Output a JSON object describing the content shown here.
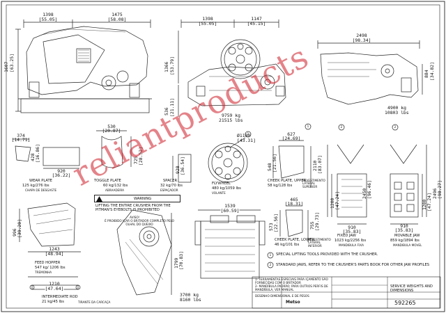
{
  "colors": {
    "line": "#222222",
    "watermark": "#c8102e"
  },
  "top": {
    "crusher_side": {
      "d1": "1398",
      "d1i": "[55.05]",
      "d2": "1475",
      "d2i": "[58.08]",
      "h": "1607",
      "hi": "[63.25]"
    },
    "crusher_front": {
      "d1": "1398",
      "d1i": "[55.05]",
      "d2": "1147",
      "d2i": "[45.15]",
      "h1": "1366",
      "h1i": "[53.79]",
      "h2": "536",
      "h2i": "[21.11]",
      "weight_kg": "9759 kg",
      "weight_lb": "21515 lbs"
    },
    "jaw_frame": {
      "d1": "2498",
      "d1i": "[98.34]",
      "h1": "884",
      "h1i": "[34.82]",
      "weight_kg": "4900 kg",
      "weight_lb": "10803 lbs"
    }
  },
  "parts": {
    "wear_plate": {
      "d1": "374",
      "d1i": "[14.71]",
      "h": "428",
      "hi": "[16.86]",
      "d2": "920",
      "d2i": "[36.22]",
      "title": "WEAR PLATE",
      "weight": "125 kg/276 lbs",
      "pt": "CHAPA DE DESGASTE"
    },
    "toggle_plate": {
      "d1": "530",
      "d1i": "[20.87]",
      "h": "725",
      "hi": "[28.52]",
      "title": "TOGGLE PLATE",
      "weight": "60 kg/132 lbs",
      "pt": "ABRAADEIRA"
    },
    "spacer": {
      "h": "928",
      "hi": "[36.54]",
      "title": "SPACER",
      "weight": "32 kg/70 lbs",
      "pt": "ESPAÇADOR"
    },
    "flywheel": {
      "d": "Ø1100",
      "di": "[43.31]",
      "title": "FLYWHEEL",
      "weight": "480 kg/1059 lbs",
      "pt": "VOLANTE"
    },
    "cheek_upper": {
      "d1": "627",
      "d1i": "[24.69]",
      "h1": "548",
      "h1i": "[21.56]",
      "h2": "2110",
      "h2i": "[83.07]",
      "title": "CHEEK PLATE, UPPER",
      "weight": "58 kg/128 lbs",
      "pt": "REVESTIMENTO LATERAL SUPERIOR"
    },
    "cheek_lower": {
      "d1": "465",
      "d1i": "[18.31]",
      "h1": "573",
      "h1i": "[22.56]",
      "h2": "755",
      "h2i": "[29.73]",
      "title": "CHEEK PLATE, LOWER",
      "weight": "46 kg/101 lbs",
      "pt": "REVESTIMENTO LATERAL INFERIOR"
    },
    "fixed_jaw": {
      "d1": "910",
      "d1i": "[35.83]",
      "h1": "1200",
      "h1i": "[47.24]",
      "h2": "2450",
      "h2i": "[96.46]",
      "title": "FIXED JAW",
      "weight": "1023 kg/2256 lbs",
      "pt": "MANDIBULA FIXA"
    },
    "movable_jaw": {
      "d1": "910",
      "d1i": "[35.83]",
      "h1": "1200",
      "h1i": "[47.24]",
      "h2": "2496",
      "h2i": "[98.27]",
      "title": "MOVABLE JAW",
      "weight": "859 kg/1894 lbs",
      "pt": "MANDIBULA MOVEL"
    },
    "feed_hopper": {
      "h": "996",
      "hi": "[39.20]",
      "d": "1243",
      "di": "[48.94]",
      "title": "FEED HOPPER",
      "weight": "547 kg/ 1206 lbs",
      "pt": "TREMONHA"
    },
    "intermediate_rod": {
      "d": "1210",
      "di": "[47.64]",
      "title": "INTERMEDIATE ROD",
      "weight": "21 kg/45 lbs",
      "pt": "TIRANTE DA CARCAÇA"
    },
    "pitman": {
      "d": "1539",
      "di": "[60.59]",
      "h": "1799",
      "hi": "[70.83]",
      "weight_kg": "3700 kg",
      "weight_lb": "8160 lbs"
    }
  },
  "warning": {
    "label": "WARNING",
    "text": "LIFTING THE ENTIRE CRUSHER FROM THE PITMAN'S EYEBOLTS IS PROHIBITED",
    "pt_head": "AVISO!",
    "pt_text": "É PROIBIDO IÇAR O BRITADOR COMPLETO PELO OLHAL DO QUEIXO"
  },
  "notes": {
    "n1_num": "1",
    "n1": "SPECIAL LIFTING TOOLS PROVIDED WITH THE CRUSHER.",
    "n2_num": "2",
    "n2": "STANDARD JAWS, REFER TO THE CRUSHER'S PARTS BOOK FOR OTHER JAW PROFILES",
    "pt1": "1- FERRAMENTAS ESPECIAIS PARA IÇAMENTO SÃO FORNECIDAS COM O BRITADOR",
    "pt2": "2- MANDÍBULA PADRÃO; PARA OUTROS PERFIS DE MANDÍBULA, VER MANUAL"
  },
  "callouts": {
    "c1": "1",
    "c2": "1",
    "c3": "2",
    "c4": "2"
  },
  "title_block": {
    "title": "SERVICE WEIGHTS AND DIMENSIONS",
    "drawing_no": "592265",
    "brand": "Metso",
    "label_dim": "DESENHO DIMENSIONAL E DE PESOS"
  },
  "watermark": "reliantproducts"
}
